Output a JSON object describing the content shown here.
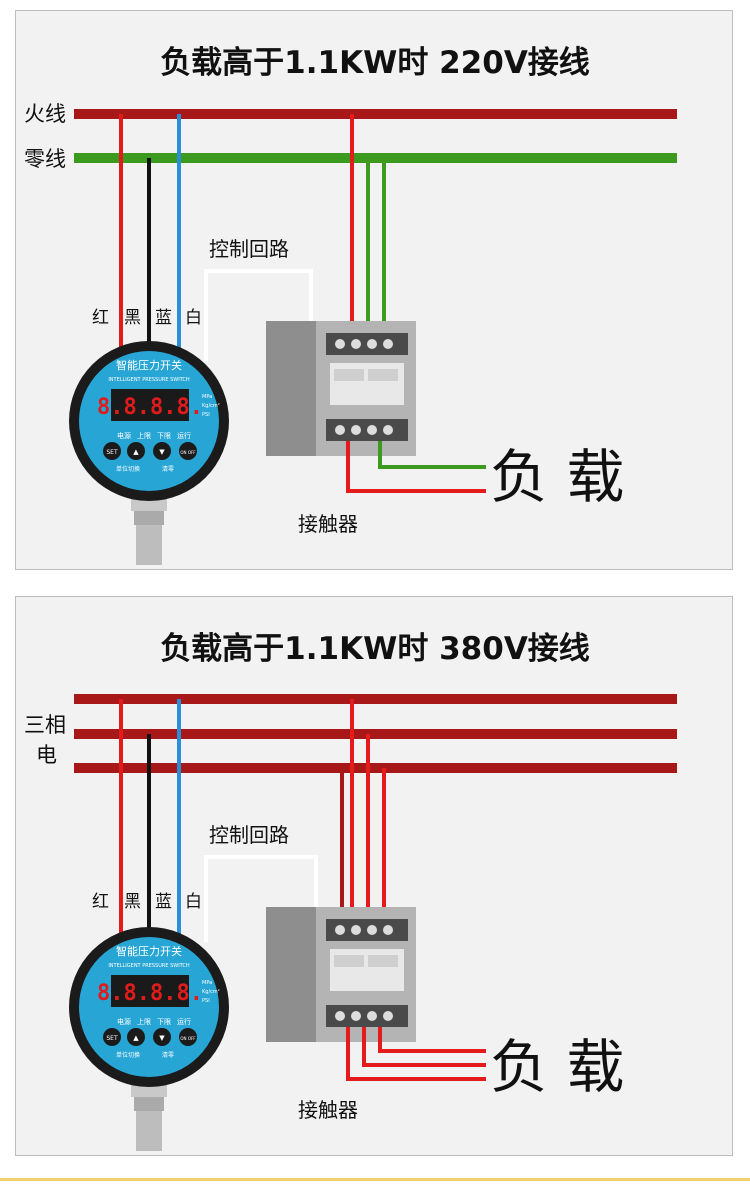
{
  "panels": [
    {
      "title": "负载高于1.1KW时  220V接线",
      "power_labels": [
        "火线",
        "零线"
      ],
      "control_label": "控制回路",
      "contactor_label": "接触器",
      "load_label": "负 载",
      "wire_labels": [
        "红",
        "黑",
        "蓝",
        "白"
      ]
    },
    {
      "title": "负载高于1.1KW时  380V接线",
      "power_labels": [
        "三相",
        "电"
      ],
      "control_label": "控制回路",
      "contactor_label": "接触器",
      "load_label": "负 载",
      "wire_labels": [
        "红",
        "黑",
        "蓝",
        "白"
      ]
    }
  ],
  "device": {
    "name_cn": "智能压力开关",
    "name_en": "INTELLIGENT PRESSURE SWITCH",
    "display": "8.8.8.8.",
    "status_leds": [
      "MPa",
      "Kg/cm²",
      "PSI"
    ],
    "button_captions": [
      "电源",
      "上限",
      "下限",
      "运行"
    ],
    "buttons": [
      "SET",
      "▲",
      "▼",
      "ON OFF"
    ],
    "bottom_captions": [
      "单位切换",
      "清零"
    ]
  },
  "colors": {
    "live": "#a81818",
    "neutral": "#3c9b1e",
    "red_wire": "#e51b1b",
    "black_wire": "#111111",
    "blue_wire": "#2a8fd8",
    "white_wire": "#ffffff",
    "device_blue": "#27a6d6"
  }
}
